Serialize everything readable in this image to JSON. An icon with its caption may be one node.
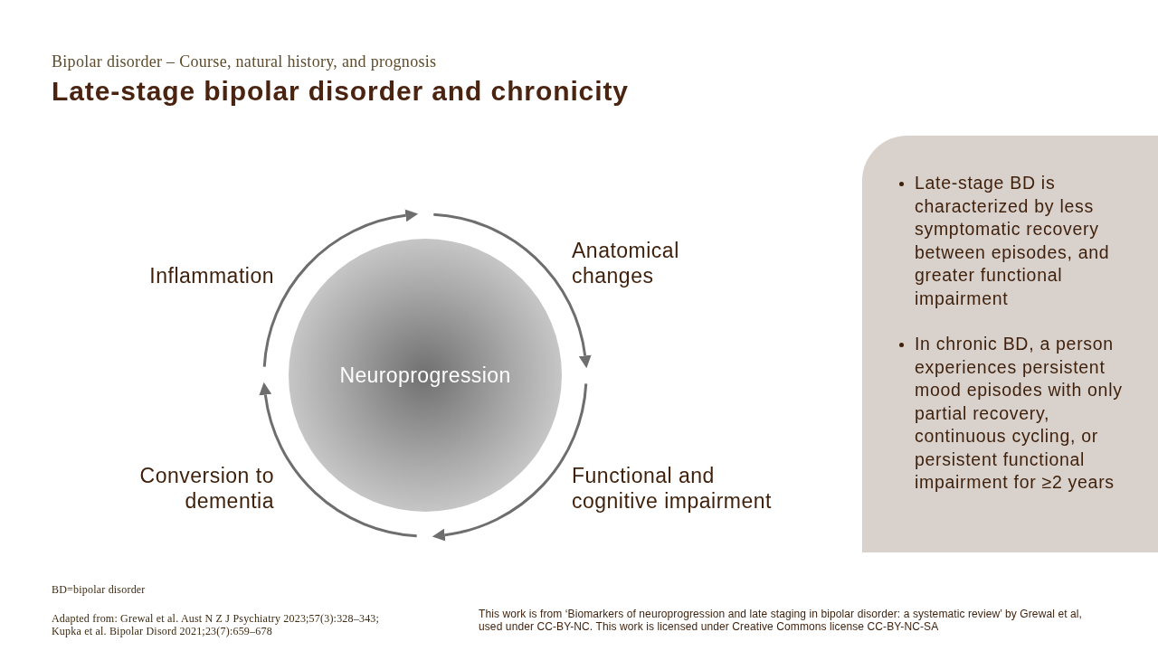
{
  "diagram": {
    "title": "Late-stage bipolar disorder and chronicity",
    "nodes": [
      {
        "text": [
          "Neuroprogression"
        ]
      },
      {
        "text": [
          "Late-stage BD is characterized by less symptomatic recovery between episodes, and greater functional impairment",
          "In chronic BD, a person experiences persistent mood episodes with only partial recovery, continuous cycling, or persistent functional impairment for ≥2 years"
        ]
      }
    ],
    "labels": [
      "Bipolar disorder – Course, natural history, and prognosis",
      "Inflammation",
      "Anatomical changes",
      "Conversion to dementia",
      "Functional and cognitive impairment",
      "BD=bipolar disorder",
      "Adapted from: Grewal et al. Aust N Z J Psychiatry 2023;57(3):328–343; Kupka et al. Bipolar Disord 2021;23(7):659–678",
      "This work is from ‘Biomarkers of neuroprogression and late staging in bipolar disorder: a systematic review’ by Grewal et al, used under CC-BY-NC. This work is licensed under Creative Commons license CC-BY-NC-SA"
    ]
  }
}
